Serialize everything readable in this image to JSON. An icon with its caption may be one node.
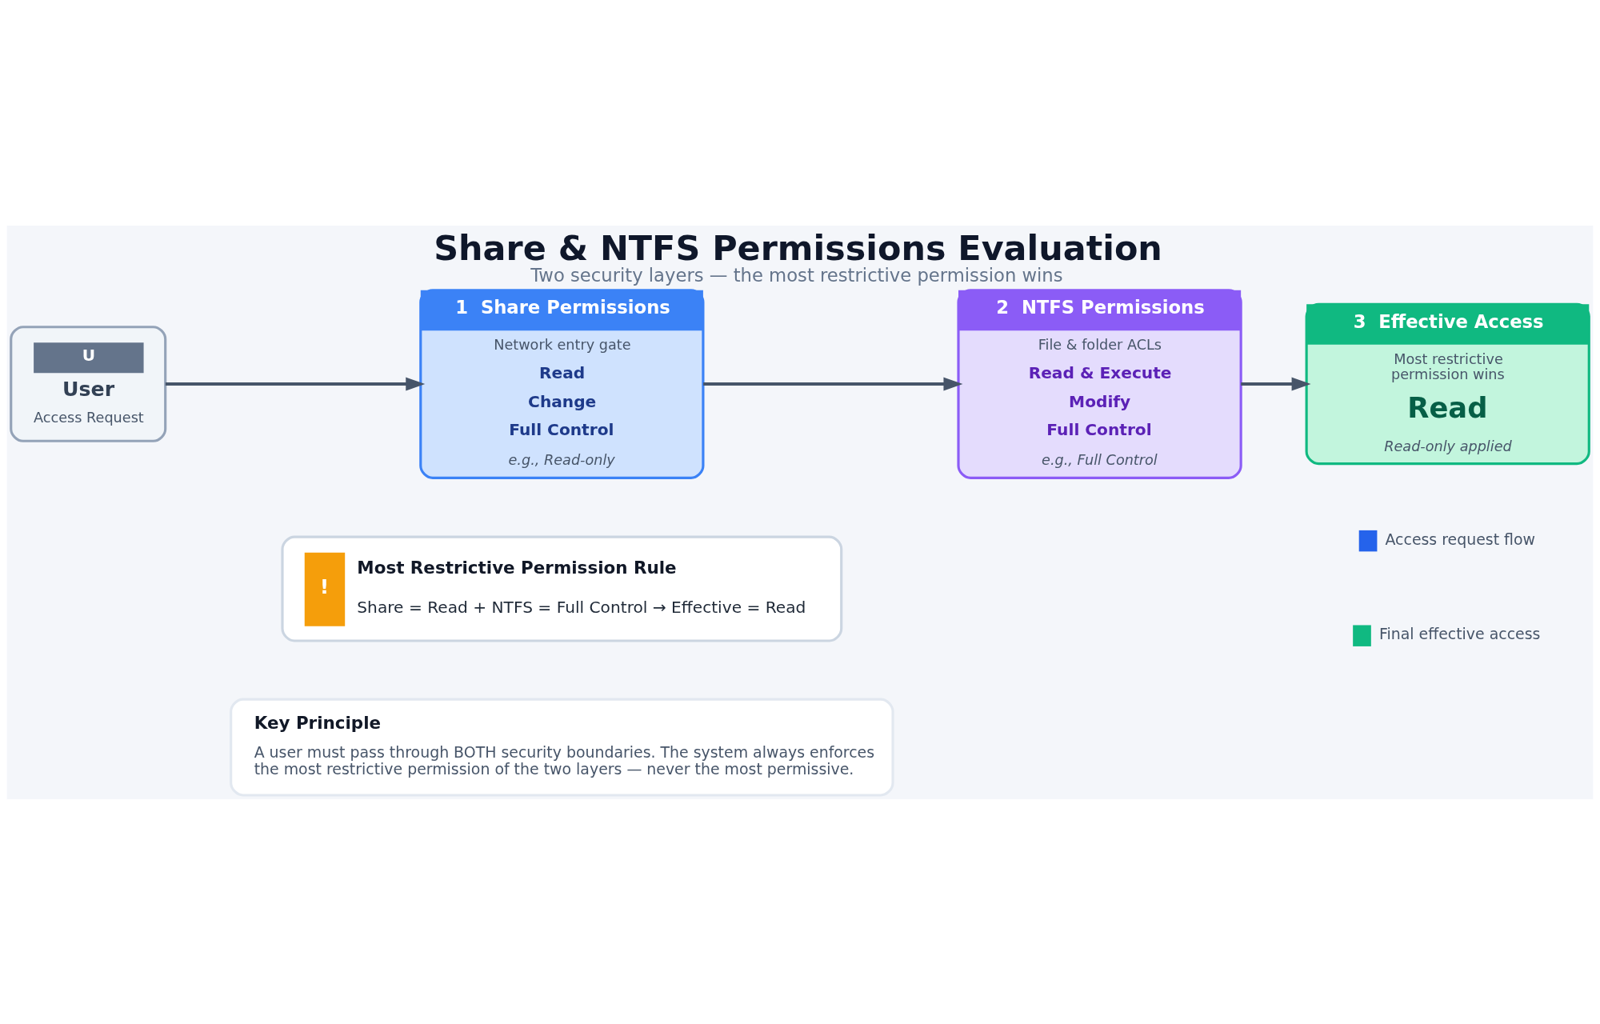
{
  "diagram": {
    "title": "Share & NTFS Permissions Evaluation",
    "caption": "Two security layers — the most restrictive permission wins",
    "nodes": [
      {
        "text": [
          "U",
          "User",
          "Access Request"
        ]
      },
      {
        "text": [
          "1",
          "Share Permissions",
          "Network entry gate",
          "Read",
          "Change",
          "Full Control",
          "e.g., Read-only"
        ]
      },
      {
        "text": [
          "2",
          "NTFS Permissions",
          "File & folder ACLs",
          "Read & Execute",
          "Modify",
          "Full Control",
          "e.g., Full Control"
        ]
      },
      {
        "text": [
          "3",
          "Effective Access",
          "Most restrictive permission wins",
          "Read",
          "Read-only applied"
        ]
      },
      {
        "text": [
          "!",
          "Most Restrictive Permission Rule",
          "Share = Read + NTFS = Full Control → Effective = Read"
        ]
      },
      {
        "text": [
          "Key Principle",
          "A user must pass through BOTH security boundaries. The system always enforces the most restrictive permission of the two layers — never the most permissive."
        ]
      }
    ],
    "edges": [
      {
        "from": 0,
        "to": 1,
        "arrow": "to"
      },
      {
        "from": 1,
        "to": 2,
        "arrow": "to"
      },
      {
        "from": 2,
        "to": 3,
        "arrow": "to"
      }
    ],
    "legend": [
      {
        "text": "Access request flow",
        "color": "#2563eb"
      },
      {
        "text": "Final effective access",
        "color": "#10b981"
      }
    ]
  }
}
